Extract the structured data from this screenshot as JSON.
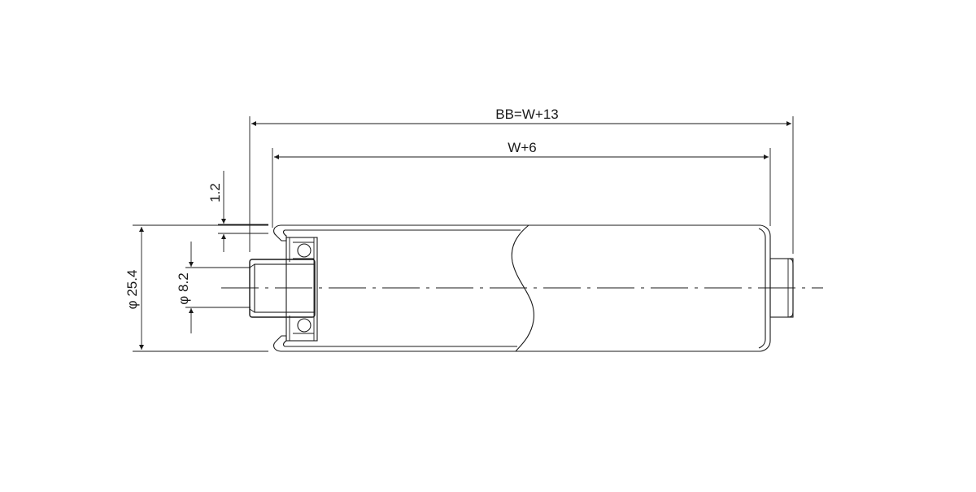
{
  "dimensions": {
    "overall_length": "BB=W+13",
    "tube_length": "W+6",
    "wall_gap": "1.2",
    "tube_diameter": "φ 25.4",
    "shaft_diameter": "φ 8.2"
  },
  "colors": {
    "line": "#1a1a1a",
    "background": "#ffffff"
  }
}
